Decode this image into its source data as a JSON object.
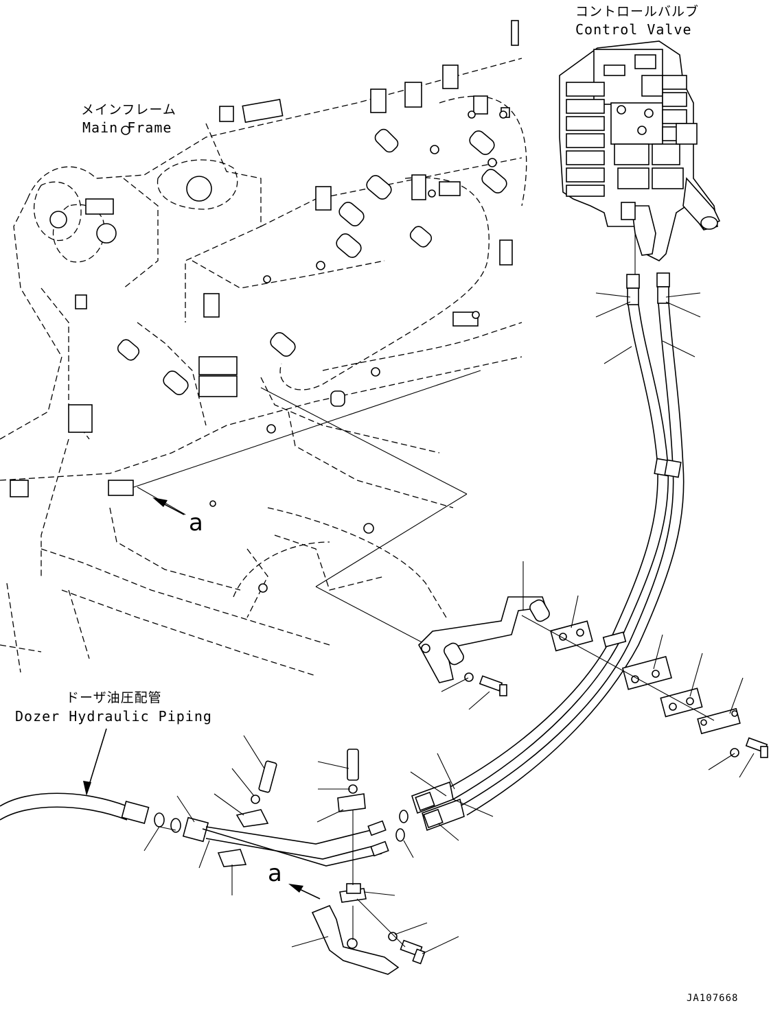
{
  "labels": {
    "control_valve_jp": "コントロールバルブ",
    "control_valve_en": "Control Valve",
    "main_frame_jp": "メインフレーム",
    "main_frame_en": "Main Frame",
    "dozer_piping_jp": "ドーザ油圧配管",
    "dozer_piping_en": "Dozer Hydraulic Piping",
    "view_ref_upper": "a",
    "view_ref_lower": "a",
    "drawing_code": "JA107668"
  }
}
